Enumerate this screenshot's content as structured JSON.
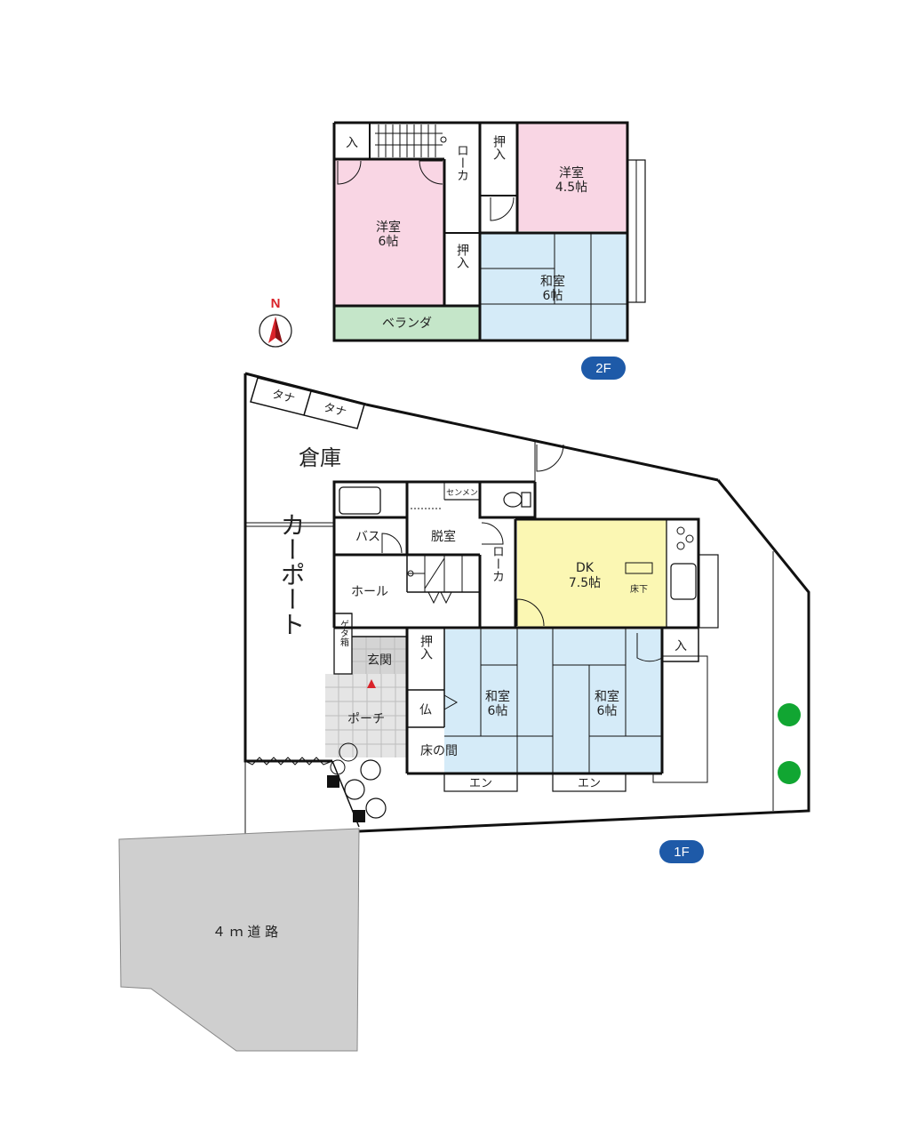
{
  "colors": {
    "western_room": "#f9d6e4",
    "japanese_room": "#d5ebf8",
    "dk": "#fbf7b3",
    "veranda": "#c5e6c9",
    "genkan": "#d4d4d4",
    "porch": "#e5e5e5",
    "road": "#cfcfcf",
    "badge": "#1e5aa8",
    "north_red": "#d9232a",
    "tree": "#11a632",
    "wall": "#111111"
  },
  "compass": {
    "label": "N"
  },
  "floor2": {
    "badge": "2F",
    "rooms": {
      "closet_small": "入",
      "hall": "ローカ",
      "closet_a": "押入",
      "western_45_name": "洋室",
      "western_45_size": "4.5帖",
      "western_6_name": "洋室",
      "western_6_size": "6帖",
      "closet_b": "押入",
      "japanese_6_name": "和室",
      "japanese_6_size": "6帖",
      "veranda": "ベランダ"
    }
  },
  "floor1": {
    "badge": "1F",
    "rooms": {
      "shelf_1": "タナ",
      "shelf_2": "タナ",
      "storage": "倉庫",
      "senmen": "センメン",
      "bath": "バス",
      "dressing": "脱室",
      "hall_room": "ホール",
      "corridor": "ローカ",
      "dk_name": "DK",
      "dk_size": "7.5帖",
      "underfloor": "床下",
      "carport": "カーポート",
      "shoe_box": "ゲタ箱",
      "genkan": "玄関",
      "porch": "ポーチ",
      "closet": "押入",
      "butsudan": "仏",
      "tokonoma": "床の間",
      "japanese_a_name": "和室",
      "japanese_a_size": "6帖",
      "japanese_b_name": "和室",
      "japanese_b_size": "6帖",
      "closet_small": "入",
      "engawa_a": "エン",
      "engawa_b": "エン"
    }
  },
  "road": {
    "label": "４ ｍ 道 路"
  }
}
